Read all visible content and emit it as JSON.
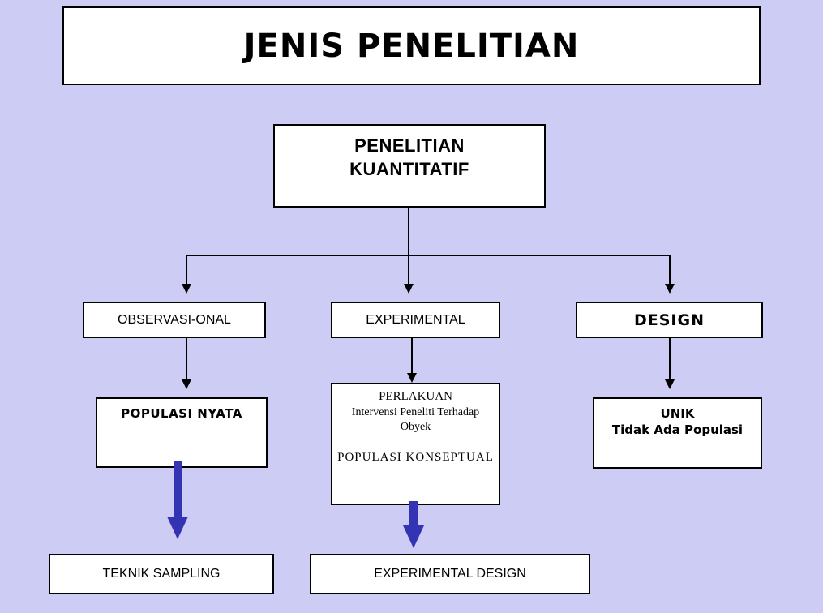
{
  "colors": {
    "background": "#CCCCF5",
    "box_fill": "#FFFFFF",
    "line": "#000000",
    "blue_arrow": "#3333B3"
  },
  "title_box": {
    "label": "JENIS PENELITIAN"
  },
  "root_box": {
    "line1": "PENELITIAN",
    "line2": "KUANTITATIF"
  },
  "level1": {
    "observational": {
      "label": "OBSERVASI-ONAL"
    },
    "experimental": {
      "label": "EXPERIMENTAL"
    },
    "design": {
      "label": "DESIGN"
    }
  },
  "level2": {
    "populasi_nyata": {
      "label": "POPULASI NYATA"
    },
    "perlakuan": {
      "line1": "PERLAKUAN",
      "line2": "Intervensi Peneliti Terhadap",
      "line3": "Obyek",
      "line4": "POPULASI KONSEPTUAL"
    },
    "unik": {
      "line1": "UNIK",
      "line2": "Tidak Ada Populasi"
    }
  },
  "level3": {
    "teknik_sampling": {
      "label": "TEKNIK SAMPLING"
    },
    "experimental_design": {
      "label": "EXPERIMENTAL DESIGN"
    }
  }
}
